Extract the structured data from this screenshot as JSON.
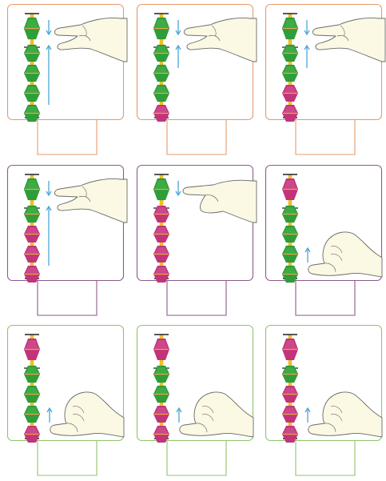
{
  "page": {
    "background": "#ffffff"
  },
  "colors": {
    "rod": "#f2c322",
    "rod_edge": "#c99a10",
    "bead_green": "#2e9e3a",
    "bead_green_light": "#49b84e",
    "bead_pink": "#c2347a",
    "bead_pink_light": "#d65a97",
    "bead_stripe": "#e8a64a",
    "arrow": "#4aa6d8",
    "hand_fill": "#fbf8e3",
    "hand_line": "#6a6a6a",
    "frame_orange": "#e39b6b",
    "frame_purple": "#8c5a8a",
    "frame_green": "#8fc46a"
  },
  "icons": {
    "rod": "abacus-rod",
    "bead": "abacus-bead",
    "hand_pinch": "pinching-hand-icon",
    "hand_point": "pointing-hand-icon",
    "hand_push_up": "thumb-push-up-hand-icon",
    "arrow_down": "arrow-down-icon",
    "arrow_up": "arrow-up-icon"
  },
  "cards": [
    {
      "frame": "frame_orange",
      "beads": [
        "G",
        "G",
        "G",
        "G",
        "G"
      ],
      "hand": "pinch",
      "arrows": [
        "down",
        "up-long"
      ],
      "answer": ""
    },
    {
      "frame": "frame_orange",
      "beads": [
        "G",
        "G",
        "G",
        "G",
        "P"
      ],
      "hand": "pinch",
      "arrows": [
        "down",
        "up-short"
      ],
      "answer": ""
    },
    {
      "frame": "frame_orange",
      "beads": [
        "G",
        "G",
        "G",
        "P",
        "P"
      ],
      "hand": "pinch",
      "arrows": [
        "down",
        "up-short"
      ],
      "answer": ""
    },
    {
      "frame": "frame_purple",
      "beads": [
        "G",
        "G",
        "P",
        "P",
        "P"
      ],
      "hand": "pinch",
      "arrows": [
        "down",
        "up-long"
      ],
      "answer": ""
    },
    {
      "frame": "frame_purple",
      "beads": [
        "G",
        "P",
        "P",
        "P",
        "P"
      ],
      "hand": "point",
      "arrows": [
        "down"
      ],
      "answer": ""
    },
    {
      "frame": "frame_purple",
      "beads": [
        "P",
        "G",
        "G",
        "G",
        "G"
      ],
      "hand": "push",
      "arrows": [
        "up-small"
      ],
      "answer": ""
    },
    {
      "frame": "frame_green",
      "beads": [
        "P",
        "G",
        "G",
        "G",
        "P"
      ],
      "hand": "push",
      "arrows": [
        "up-small"
      ],
      "answer": ""
    },
    {
      "frame": "frame_green",
      "beads": [
        "P",
        "G",
        "G",
        "P",
        "P"
      ],
      "hand": "push",
      "arrows": [
        "up-small"
      ],
      "answer": ""
    },
    {
      "frame": "frame_green",
      "beads": [
        "P",
        "G",
        "P",
        "P",
        "P"
      ],
      "hand": "push",
      "arrows": [
        "up-small"
      ],
      "answer": ""
    }
  ]
}
